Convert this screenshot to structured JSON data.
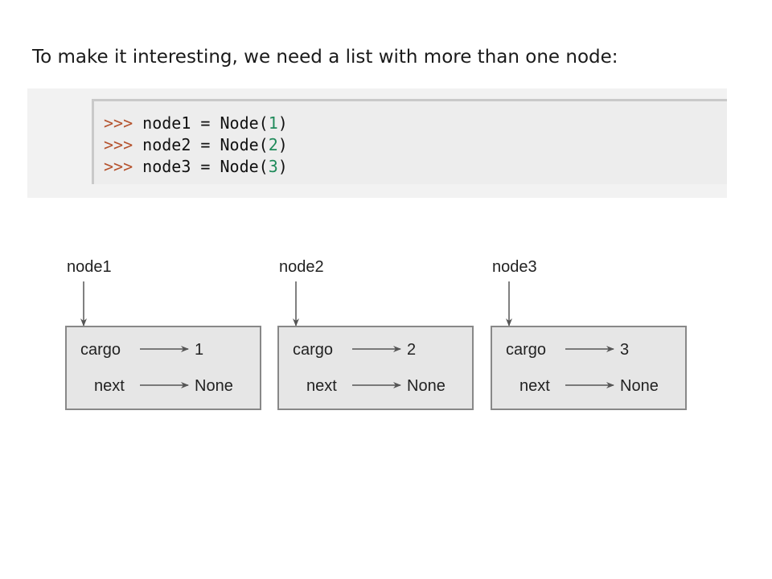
{
  "intro_text": "To make it interesting, we need a list with more than one node:",
  "code": {
    "prompt": ">>>",
    "lines": [
      {
        "prompt": ">>>",
        "before": " node1 = Node(",
        "arg": "1",
        "after": ")"
      },
      {
        "prompt": ">>>",
        "before": " node2 = Node(",
        "arg": "2",
        "after": ")"
      },
      {
        "prompt": ">>>",
        "before": " node3 = Node(",
        "arg": "3",
        "after": ")"
      }
    ]
  },
  "diagram": {
    "nodes": [
      {
        "label": "node1",
        "cargo_label": "cargo",
        "cargo_value": "1",
        "next_label": "next",
        "next_value": "None"
      },
      {
        "label": "node2",
        "cargo_label": "cargo",
        "cargo_value": "2",
        "next_label": "next",
        "next_value": "None"
      },
      {
        "label": "node3",
        "cargo_label": "cargo",
        "cargo_value": "3",
        "next_label": "next",
        "next_value": "None"
      }
    ],
    "colors": {
      "box_fill": "#e6e6e6",
      "box_stroke": "#888888",
      "arrow": "#555555",
      "text": "#222222"
    }
  }
}
